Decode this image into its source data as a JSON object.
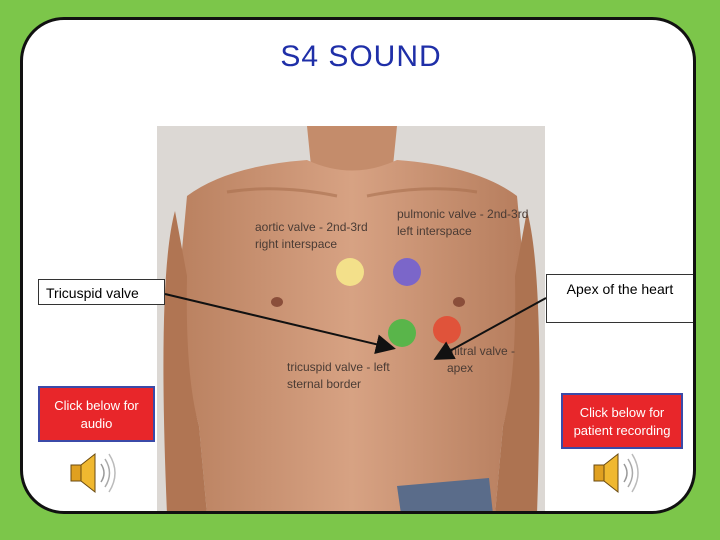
{
  "slide": {
    "title": "S4 SOUND",
    "labels": {
      "tricuspid": "Tricuspid valve",
      "apex": "Apex of the heart"
    },
    "buttons": {
      "audio": "Click below for audio",
      "patient_recording": "Click below for patient recording"
    }
  },
  "photo": {
    "annotations": {
      "aortic": [
        "aortic valve - 2nd-3rd",
        "right interspace"
      ],
      "pulmonic": [
        "pulmonic valve - 2nd-3rd",
        "left interspace"
      ],
      "tricuspid": [
        "tricuspid valve - left",
        "sternal border"
      ],
      "mitral": [
        "mitral valve -",
        "apex"
      ]
    }
  },
  "colors": {
    "background": "#7cc64a",
    "title": "#1f2fa8",
    "button": "#e8262a",
    "aortic_dot": "#f3e08a",
    "pulmonic_dot": "#7b66c9",
    "tricuspid_dot": "#59b54a",
    "mitral_dot": "#e0533a"
  },
  "icons": {
    "left": "speaker-icon",
    "right": "speaker-icon"
  }
}
